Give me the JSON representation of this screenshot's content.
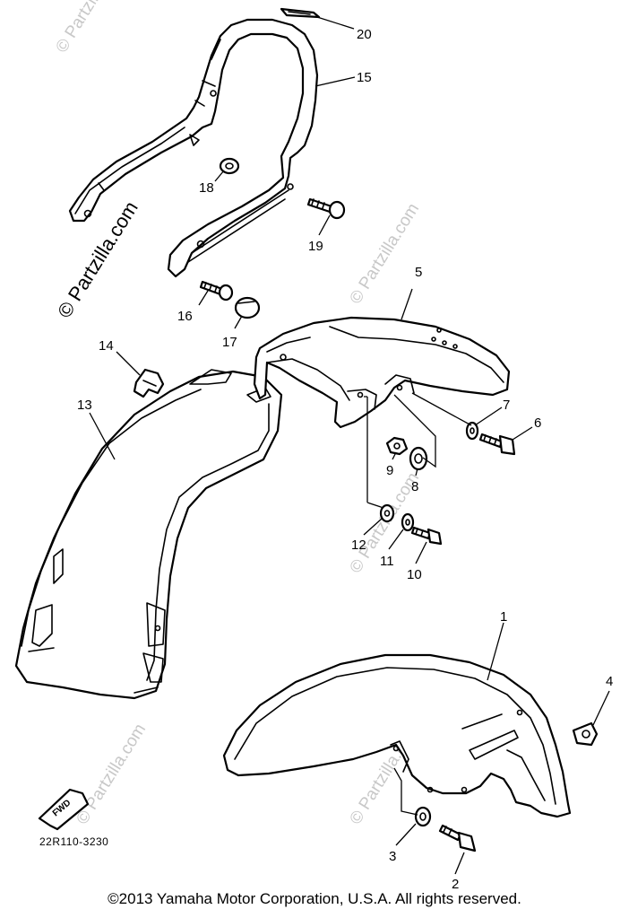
{
  "watermark": "© Partzilla.com",
  "diagram_code": "22R110-3230",
  "forward_label": "FWD",
  "copyright": "©2013 Yamaha Motor Corporation, U.S.A. All rights reserved.",
  "callouts": [
    "1",
    "2",
    "3",
    "4",
    "5",
    "6",
    "7",
    "8",
    "9",
    "10",
    "11",
    "12",
    "13",
    "14",
    "15",
    "16",
    "17",
    "18",
    "19",
    "20"
  ]
}
